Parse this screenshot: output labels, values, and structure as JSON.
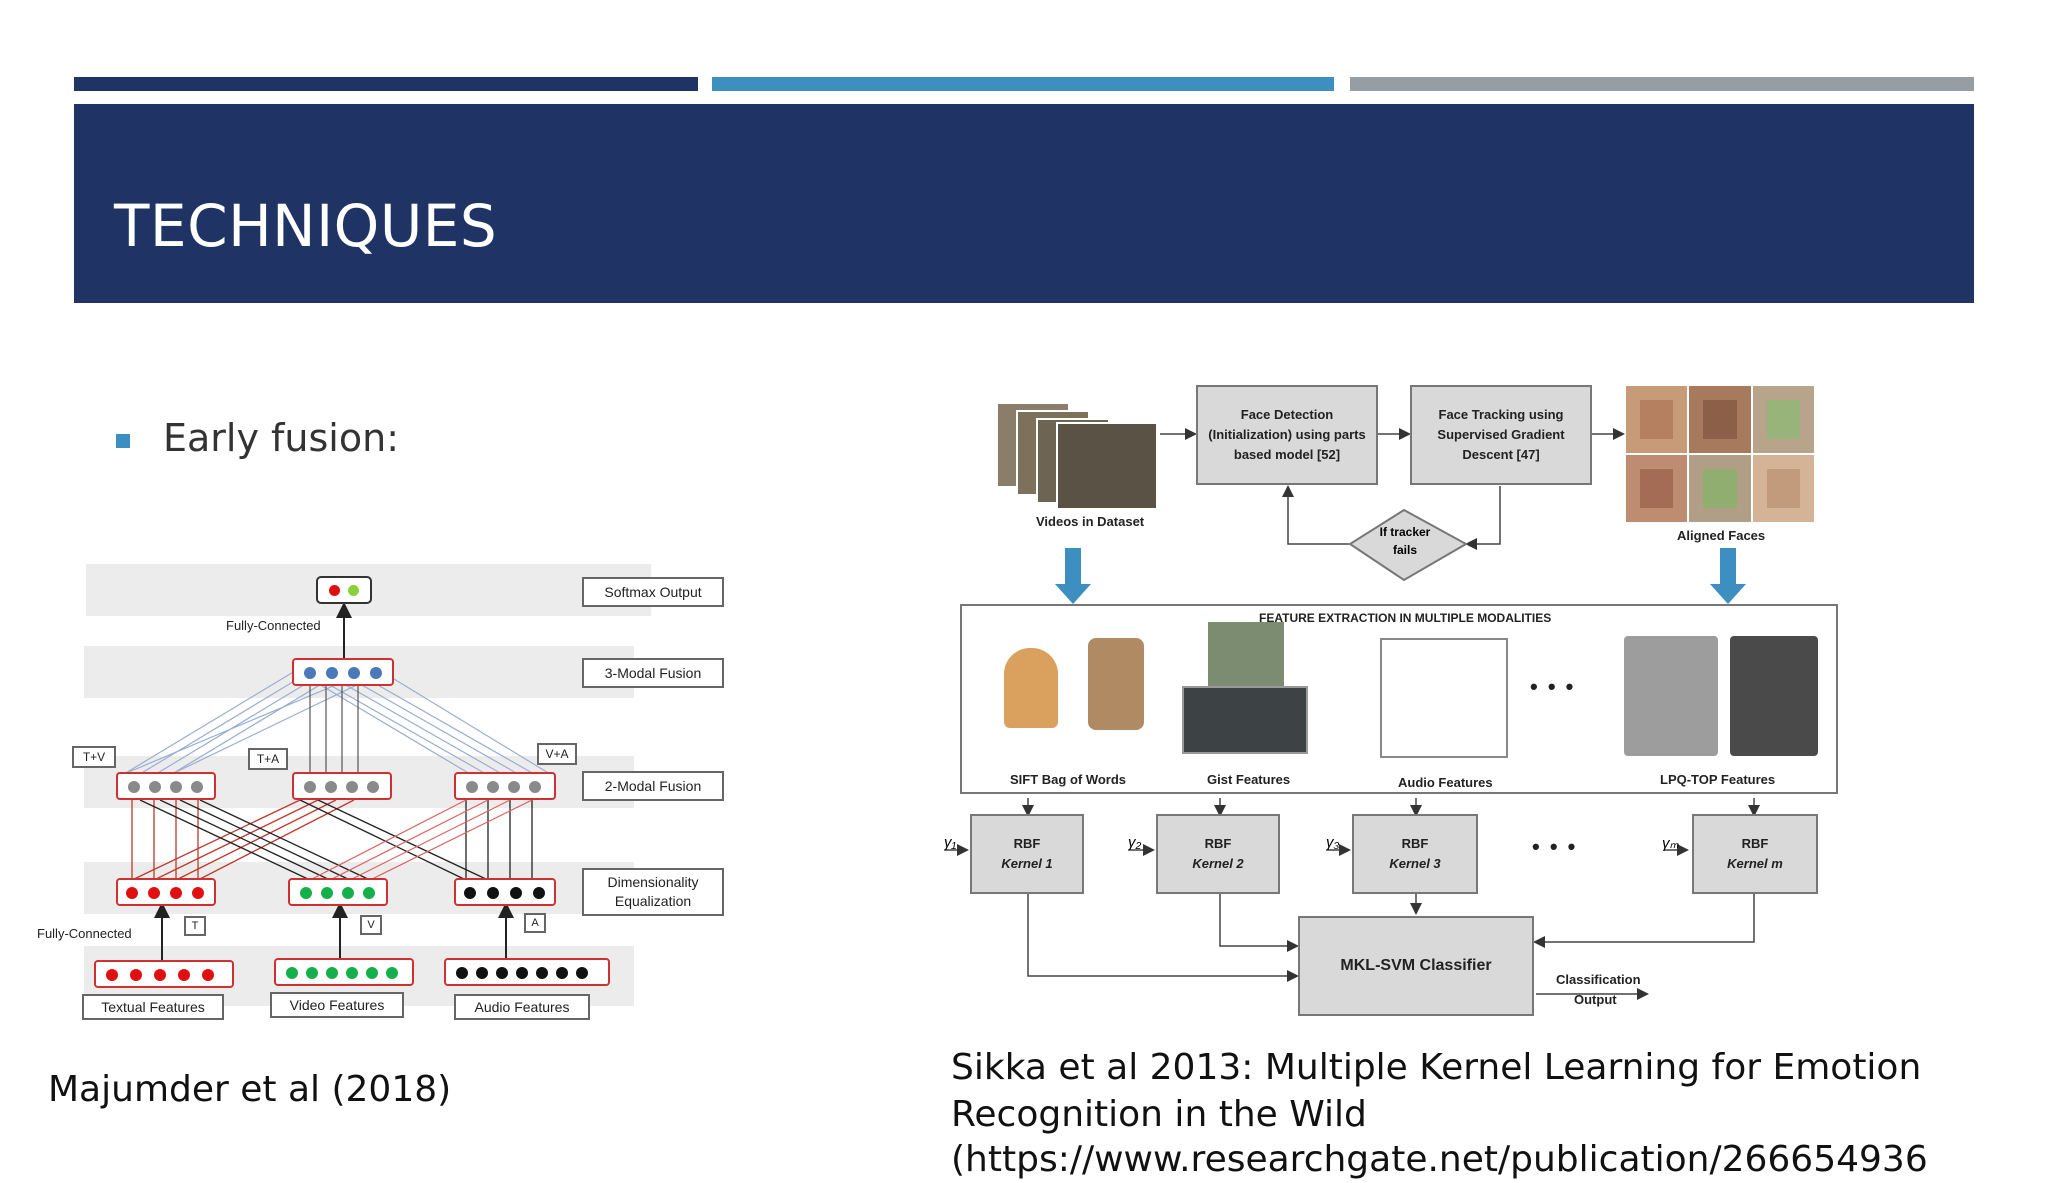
{
  "slide": {
    "title": "TECHNIQUES",
    "bullet": "Early fusion:",
    "caption_left": "Majumder et al (2018)",
    "caption_right_line1": "Sikka et al 2013: Multiple Kernel Learning for Emotion",
    "caption_right_line2": "Recognition in the Wild",
    "caption_right_line3": "(https://www.researchgate.net/publication/266654936",
    "accent_colors": [
      "#1f3464",
      "#3d8fc2",
      "#969ea3"
    ]
  },
  "left_diagram": {
    "softmax": "Softmax Output",
    "fully_connected_top": "Fully-Connected",
    "three_modal": "3-Modal Fusion",
    "two_modal": "2-Modal Fusion",
    "dim_eq_1": "Dimensionality",
    "dim_eq_2": "Equalization",
    "fully_connected_bottom": "Fully-Connected",
    "tv": "T+V",
    "ta": "T+A",
    "va": "V+A",
    "t": "T",
    "v": "V",
    "a": "A",
    "textual": "Textual Features",
    "video": "Video Features",
    "audio": "Audio Features"
  },
  "right_diagram": {
    "videos": "Videos in Dataset",
    "face_detection": [
      "Face Detection",
      "(Initialization) using parts",
      "based model [52]"
    ],
    "face_tracking": [
      "Face Tracking using",
      "Supervised Gradient",
      "Descent [47]"
    ],
    "aligned": "Aligned Faces",
    "tracker": [
      "If tracker",
      "fails"
    ],
    "feature_title": "FEATURE EXTRACTION IN MULTIPLE MODALITIES",
    "sift": "SIFT Bag of Words",
    "gist": "Gist Features",
    "audio_feat": "Audio Features",
    "lpq": "LPQ-TOP Features",
    "ellipsis": "• • •",
    "rbf": "RBF",
    "kernel1": "Kernel 1",
    "kernel2": "Kernel 2",
    "kernel3": "Kernel 3",
    "kernelm": "Kernel m",
    "gamma1": "γ₁",
    "gamma2": "γ₂",
    "gamma3": "γ₃",
    "gammam": "γₘ",
    "mkl": "MKL-SVM Classifier",
    "class_out_1": "Classification",
    "class_out_2": "Output"
  }
}
